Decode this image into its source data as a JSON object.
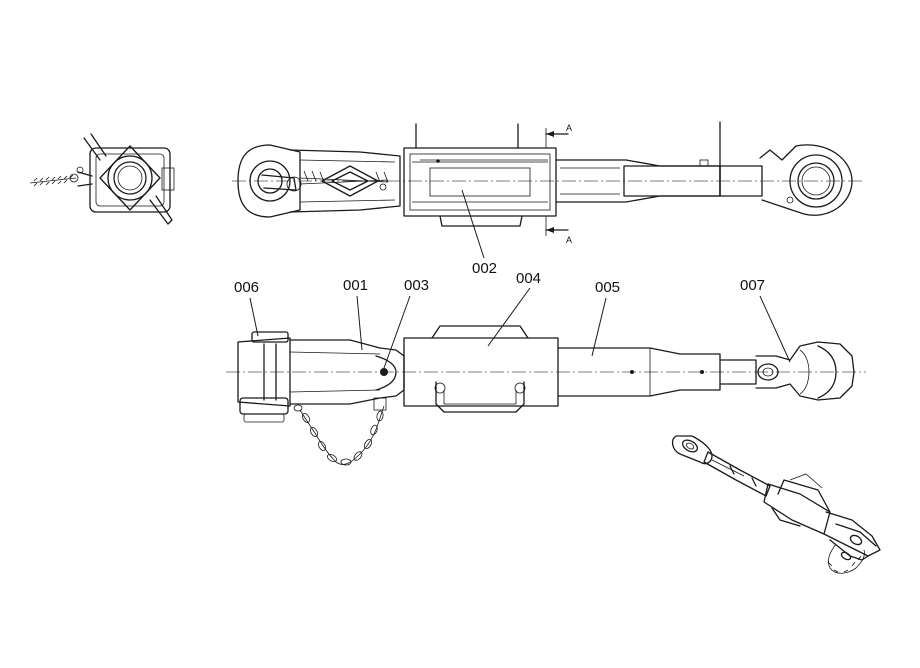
{
  "labels": {
    "p001": "001",
    "p002": "002",
    "p003": "003",
    "p004": "004",
    "p005": "005",
    "p006": "006",
    "p007": "007"
  },
  "section_marks": {
    "top": "A",
    "bottom": "A"
  }
}
